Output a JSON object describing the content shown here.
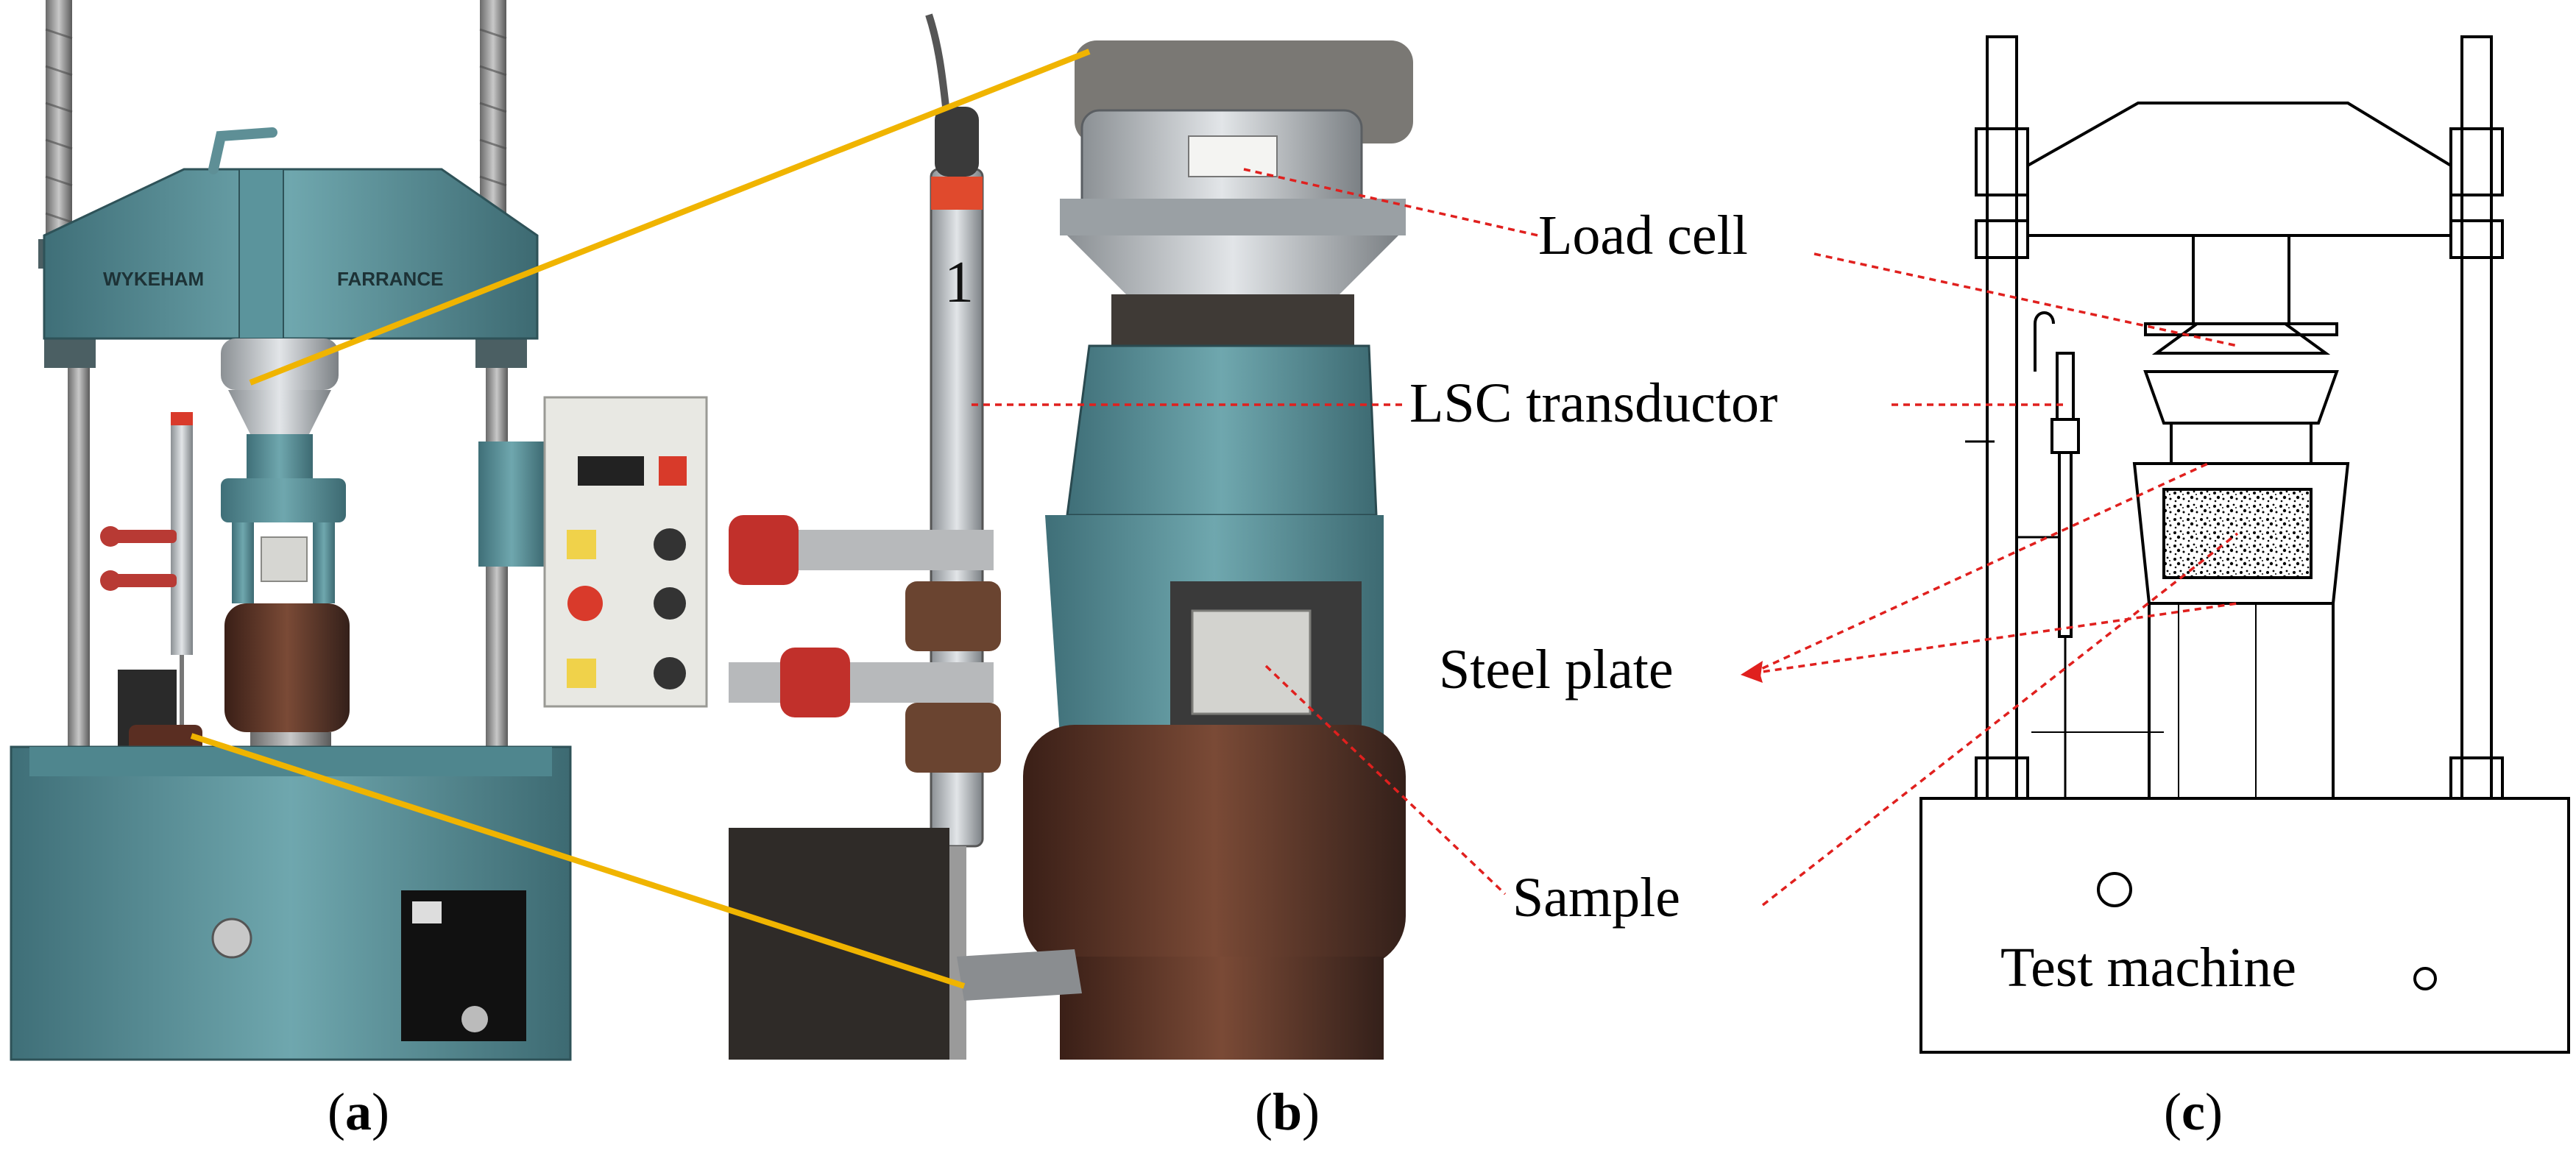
{
  "labels": {
    "load_cell": "Load cell",
    "lsc_transductor": "LSC transductor",
    "steel_plate": "Steel plate",
    "sample": "Sample",
    "test_machine": "Test machine"
  },
  "captions": {
    "a": "a",
    "b": "b",
    "c": "c"
  },
  "photo_a_text": {
    "brand_left": "WYKEHAM",
    "brand_right": "FARRANCE"
  },
  "photo_b_text": {
    "rod_number": "1"
  },
  "colors": {
    "machine_blue": "#5f9aa3",
    "rust": "#6a3a2a",
    "steel": "#b9bec2",
    "zoom_line": "#f0b400",
    "leader": "#e0201e"
  }
}
